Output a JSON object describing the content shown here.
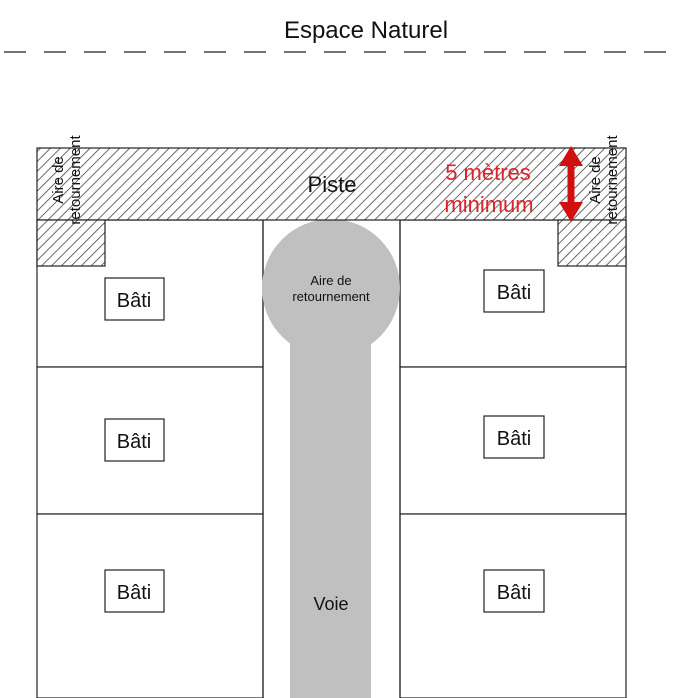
{
  "title": "Espace Naturel",
  "piste_label": "Piste",
  "distance": {
    "line1": "5 mètres",
    "line2": "minimum"
  },
  "aire_left": {
    "line1": "Aire de",
    "line2": "retournement"
  },
  "aire_right": {
    "line1": "Aire de",
    "line2": "retournement"
  },
  "aire_center": {
    "line1": "Aire de",
    "line2": "retournement"
  },
  "voie_label": "Voie",
  "bati_labels": [
    "Bâti",
    "Bâti",
    "Bâti",
    "Bâti",
    "Bâti",
    "Bâti"
  ],
  "colors": {
    "road": "#c0c0c0",
    "arrow": "#d01010",
    "red_text": "#e0202a",
    "hatch": "#444444"
  }
}
